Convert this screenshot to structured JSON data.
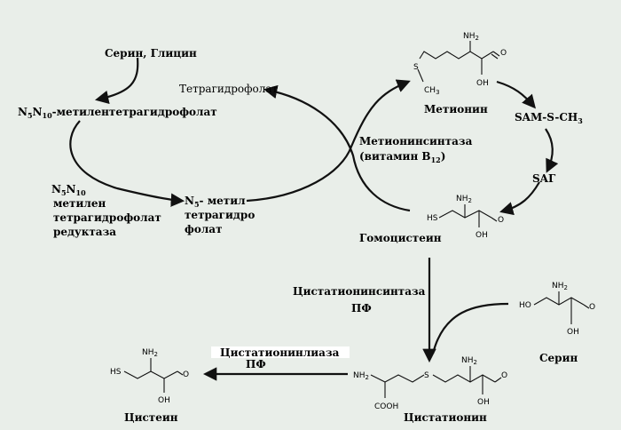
{
  "labels": {
    "serine_glycine": "Серин, Глицин",
    "thf": "Тетрагидрофолат",
    "mthf_a": "N",
    "mthf_s1": "5",
    "mthf_mid": "N",
    "mthf_s2": "10",
    "mthf_b": "-метилентетрагидрофолат",
    "red_a": "N",
    "red_s1": "5",
    "red_mid": "N",
    "red_s2": "10",
    "red_l1": "метилен",
    "red_l2": "тетрагидрофолат",
    "red_l3": "редуктаза",
    "n5_a": "N",
    "n5_s": "5",
    "n5_b": "- метил",
    "n5_l2": "тетрагидро",
    "n5_l3": "фолат",
    "methionine": "Метионин",
    "ms_l1": "Метионинсинтаза",
    "ms_l2a": "(витамин В",
    "ms_l2s": "12",
    "ms_l2b": ")",
    "sam": "SAM-S-CH",
    "sam_s": "3",
    "sag": "SAГ",
    "homocysteine": "Гомоцистеин",
    "cbs": "Цистатионинсинтаза",
    "pf1": "ПФ",
    "serine": "Серин",
    "cgl": "Цистатионинлиаза",
    "pf2": "ПФ",
    "cysteine": "Цистеин",
    "cystathionine": "Цистатионин"
  },
  "atoms": {
    "nh2": "NH",
    "sub2": "2",
    "oh": "OH",
    "o": "O",
    "s": "S",
    "ch3": "CH",
    "sub3": "3",
    "hs": "HS",
    "ho": "HO",
    "cooh": "COOH"
  }
}
